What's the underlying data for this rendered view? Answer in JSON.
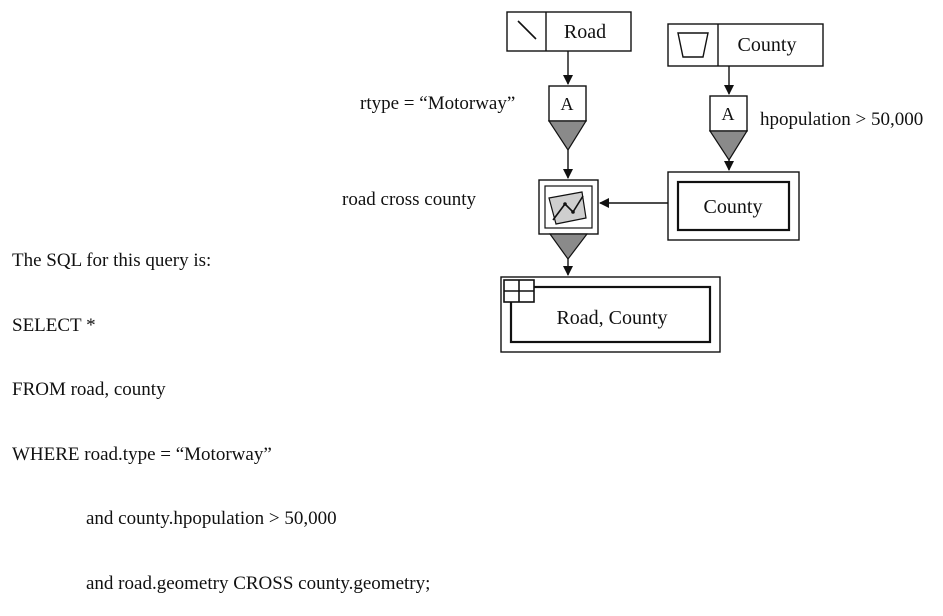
{
  "nodes": {
    "road_source": {
      "label": "Road"
    },
    "county_source": {
      "label": "County"
    },
    "road_attr_filter": {
      "symbol": "A",
      "condition": "rtype = “Motorway”"
    },
    "county_attr_filter": {
      "symbol": "A",
      "condition": "hpopulation > 50,000"
    },
    "county_result": {
      "label": "County"
    },
    "spatial_join": {
      "condition": "road cross county",
      "icon": "cross-overlay-icon"
    },
    "final_result": {
      "label": "Road, County",
      "icon": "table-grid-icon"
    }
  },
  "sql": {
    "lines": [
      "The SQL for this query is:",
      "SELECT *",
      "FROM road, county",
      "WHERE road.type = “Motorway”",
      "and county.hpopulation > 50,000",
      "and road.geometry CROSS county.geometry;"
    ]
  },
  "colors": {
    "line": "#111111",
    "funnel": "#8a8a8a",
    "icon_fill": "#cfcfcf"
  }
}
